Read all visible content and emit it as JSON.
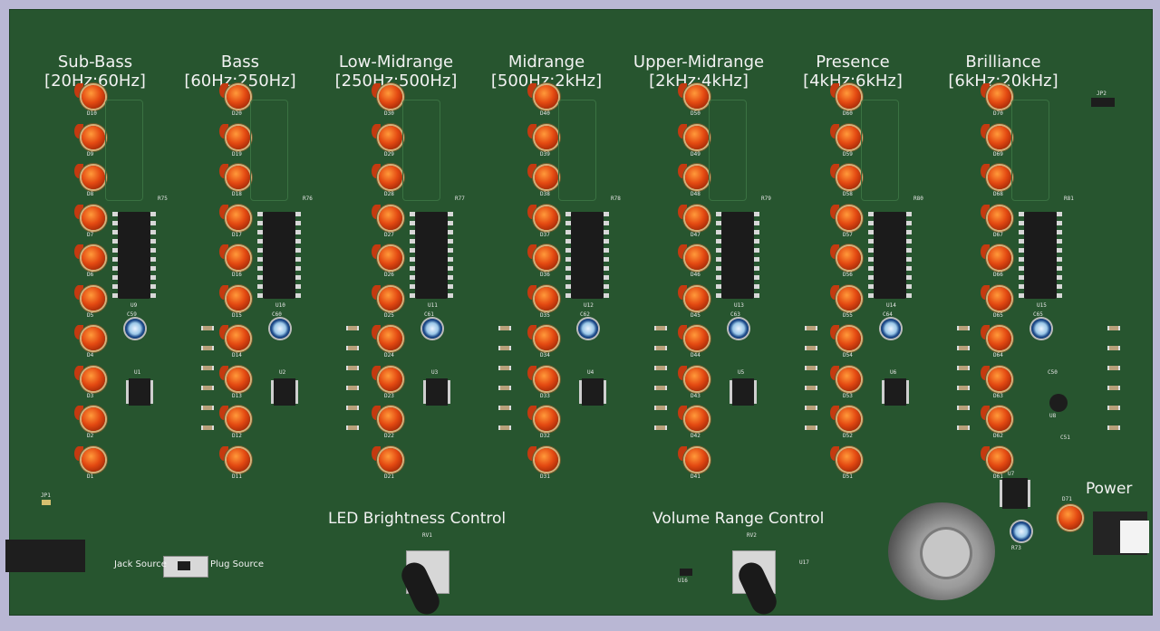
{
  "bands": [
    {
      "name": "Sub-Bass",
      "range": "[20Hz:60Hz]",
      "chip": "U9",
      "soic": "U1",
      "cap": "C59",
      "res_top": "R75",
      "leds": [
        "D10",
        "D9",
        "D8",
        "D7",
        "D6",
        "D5",
        "D4",
        "D3",
        "D2",
        "D1"
      ]
    },
    {
      "name": "Bass",
      "range": "[60Hz:250Hz]",
      "chip": "U10",
      "soic": "U2",
      "cap": "C60",
      "res_top": "R76",
      "leds": [
        "D20",
        "D19",
        "D18",
        "D17",
        "D16",
        "D15",
        "D14",
        "D13",
        "D12",
        "D11"
      ]
    },
    {
      "name": "Low-Midrange",
      "range": "[250Hz:500Hz]",
      "chip": "U11",
      "soic": "U3",
      "cap": "C61",
      "res_top": "R77",
      "leds": [
        "D30",
        "D29",
        "D28",
        "D27",
        "D26",
        "D25",
        "D24",
        "D23",
        "D22",
        "D21"
      ]
    },
    {
      "name": "Midrange",
      "range": "[500Hz:2kHz]",
      "chip": "U12",
      "soic": "U4",
      "cap": "C62",
      "res_top": "R78",
      "leds": [
        "D40",
        "D39",
        "D38",
        "D37",
        "D36",
        "D35",
        "D34",
        "D33",
        "D32",
        "D31"
      ]
    },
    {
      "name": "Upper-Midrange",
      "range": "[2kHz:4kHz]",
      "chip": "U13",
      "soic": "U5",
      "cap": "C63",
      "res_top": "R79",
      "leds": [
        "D50",
        "D49",
        "D48",
        "D47",
        "D46",
        "D45",
        "D44",
        "D43",
        "D42",
        "D41"
      ]
    },
    {
      "name": "Presence",
      "range": "[4kHz:6kHz]",
      "chip": "U14",
      "soic": "U6",
      "cap": "C64",
      "res_top": "R80",
      "leds": [
        "D60",
        "D59",
        "D58",
        "D57",
        "D56",
        "D55",
        "D54",
        "D53",
        "D52",
        "D51"
      ]
    },
    {
      "name": "Brilliance",
      "range": "[6kHz:20kHz]",
      "chip": "U15",
      "soic": "",
      "cap": "C65",
      "res_top": "R81",
      "leds": [
        "D70",
        "D69",
        "D68",
        "D67",
        "D66",
        "D65",
        "D64",
        "D63",
        "D62",
        "D61"
      ]
    }
  ],
  "controls": {
    "led_brightness": "LED Brightness Control",
    "volume_range": "Volume Range Control",
    "power": "Power",
    "jack_source": "Jack Source",
    "plug_source": "Plug Source",
    "rv1": "RV1",
    "rv2": "RV2",
    "jp1": "JP1",
    "jp2": "JP2",
    "u7": "U7",
    "u8": "U8",
    "u16": "U16",
    "u17": "U17",
    "d71": "D71",
    "r73": "R73",
    "c50": "C50",
    "c51": "C51"
  },
  "colors": {
    "board": "#27552f",
    "background": "#b9b7d4",
    "led": "#e44a12",
    "text": "#f2f2f2"
  }
}
